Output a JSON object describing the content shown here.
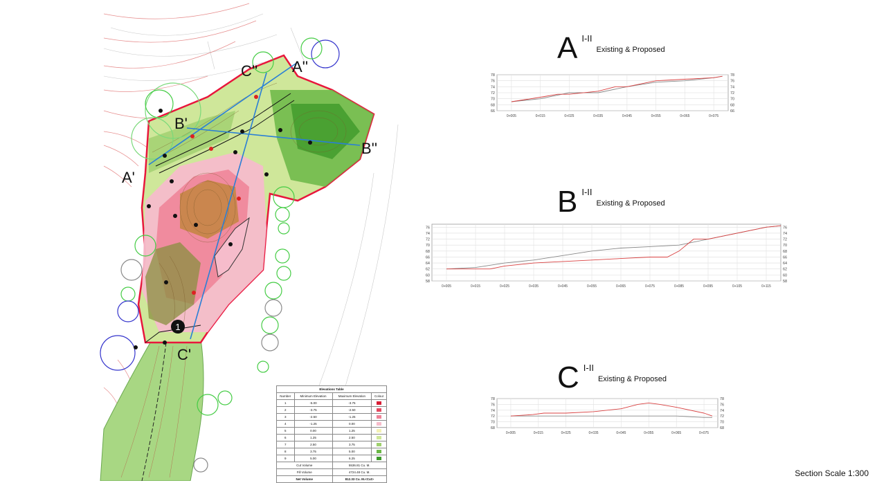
{
  "colors": {
    "cut_outline": "#e8163c",
    "section_line": "#2a7fd6",
    "existing": "#888888",
    "proposed": "#d94040"
  },
  "map": {
    "section_labels": [
      "A'",
      "A''",
      "B'",
      "B''",
      "C'",
      "C''"
    ],
    "marker_number": "1"
  },
  "elevations_table": {
    "title": "Elevations Table",
    "headers": [
      "Number",
      "Minimum Elevation",
      "Maximum Elevation",
      "Colour"
    ],
    "rows": [
      [
        "1",
        "-5.00",
        "-3.75",
        "#d81e36"
      ],
      [
        "2",
        "-3.75",
        "-2.50",
        "#e4495f"
      ],
      [
        "3",
        "-2.50",
        "-1.25",
        "#ee8297"
      ],
      [
        "4",
        "-1.25",
        "0.00",
        "#f6bccb"
      ],
      [
        "5",
        "0.00",
        "1.25",
        "#f4f1b4"
      ],
      [
        "6",
        "1.25",
        "2.50",
        "#cfe79a"
      ],
      [
        "7",
        "2.50",
        "3.75",
        "#9fd06e"
      ],
      [
        "8",
        "3.75",
        "5.00",
        "#6bb746"
      ],
      [
        "9",
        "5.00",
        "6.25",
        "#3e9a2b"
      ]
    ],
    "cut_label": "Cut Volume",
    "cut_value": "5536.81 Cu. M.",
    "fill_label": "Fill Volume",
    "fill_value": "4724.48 Cu. M.",
    "net_label": "Net Volume",
    "net_value": "812.33 Cu. M.<Cut>"
  },
  "scale_note": "Section Scale 1:300",
  "sections": [
    {
      "letter": "A",
      "sup": "I-II",
      "subtitle": "Existing  & Proposed"
    },
    {
      "letter": "B",
      "sup": "I-II",
      "subtitle": "Existing  & Proposed"
    },
    {
      "letter": "C",
      "sup": "I-II",
      "subtitle": "Existing  & Proposed"
    }
  ],
  "chart_data": [
    {
      "type": "line",
      "x_ticks": [
        "0+005",
        "0+015",
        "0+025",
        "0+035",
        "0+045",
        "0+055",
        "0+065",
        "0+075"
      ],
      "y_ticks": [
        "66",
        "68",
        "70",
        "72",
        "74",
        "76",
        "78"
      ],
      "ylim": [
        66,
        78
      ],
      "series": [
        {
          "values": [
            [
              0,
              69.0
            ],
            [
              1,
              70.0
            ],
            [
              2,
              72.0
            ],
            [
              2.5,
              72.0
            ],
            [
              3,
              72.0
            ],
            [
              4,
              74.0
            ],
            [
              5,
              75.5
            ],
            [
              6,
              76.0
            ],
            [
              7,
              77.0
            ],
            [
              7.3,
              77.5
            ]
          ]
        },
        {
          "values": [
            [
              0,
              69.0
            ],
            [
              1,
              70.5
            ],
            [
              1.6,
              71.5
            ],
            [
              2,
              71.5
            ],
            [
              3,
              72.5
            ],
            [
              3.6,
              74.0
            ],
            [
              4,
              74.0
            ],
            [
              5,
              76.0
            ],
            [
              6,
              76.5
            ],
            [
              7,
              77.0
            ],
            [
              7.3,
              77.5
            ]
          ]
        }
      ]
    },
    {
      "type": "line",
      "x_ticks": [
        "0+005",
        "0+015",
        "0+025",
        "0+035",
        "0+045",
        "0+055",
        "0+065",
        "0+075",
        "0+085",
        "0+095",
        "0+105",
        "0+115"
      ],
      "y_ticks": [
        "58",
        "60",
        "62",
        "64",
        "66",
        "68",
        "70",
        "72",
        "74",
        "76"
      ],
      "ylim": [
        58,
        77
      ],
      "series": [
        {
          "values": [
            [
              0,
              62.0
            ],
            [
              1,
              62.5
            ],
            [
              2,
              64.0
            ],
            [
              3,
              65.0
            ],
            [
              4,
              66.5
            ],
            [
              5,
              68.0
            ],
            [
              6,
              69.0
            ],
            [
              7,
              69.5
            ],
            [
              8,
              70.0
            ],
            [
              9,
              72.0
            ],
            [
              10,
              74.0
            ],
            [
              11,
              76.0
            ],
            [
              11.5,
              76.5
            ]
          ]
        },
        {
          "values": [
            [
              0,
              62.0
            ],
            [
              1,
              62.0
            ],
            [
              1.5,
              62.0
            ],
            [
              2,
              63.0
            ],
            [
              3,
              64.0
            ],
            [
              4,
              64.5
            ],
            [
              5,
              65.0
            ],
            [
              6,
              65.5
            ],
            [
              7,
              66.0
            ],
            [
              7.6,
              66.0
            ],
            [
              8,
              68.0
            ],
            [
              8.5,
              72.0
            ],
            [
              9,
              72.0
            ],
            [
              10,
              74.0
            ],
            [
              11,
              76.0
            ],
            [
              11.5,
              76.5
            ]
          ]
        }
      ]
    },
    {
      "type": "line",
      "x_ticks": [
        "0+005",
        "0+015",
        "0+025",
        "0+035",
        "0+045",
        "0+055",
        "0+065",
        "0+075"
      ],
      "y_ticks": [
        "68",
        "70",
        "72",
        "74",
        "76",
        "78"
      ],
      "ylim": [
        68,
        78
      ],
      "series": [
        {
          "values": [
            [
              0,
              72.0
            ],
            [
              1,
              72.0
            ],
            [
              2,
              72.0
            ],
            [
              3,
              72.0
            ],
            [
              4,
              72.0
            ],
            [
              5,
              72.0
            ],
            [
              6,
              72.0
            ],
            [
              7,
              71.5
            ],
            [
              7.3,
              71.5
            ]
          ]
        },
        {
          "values": [
            [
              0,
              72.0
            ],
            [
              0.8,
              72.5
            ],
            [
              1.2,
              73.0
            ],
            [
              2,
              73.0
            ],
            [
              3,
              73.5
            ],
            [
              4,
              74.5
            ],
            [
              4.6,
              76.0
            ],
            [
              5,
              76.5
            ],
            [
              5.4,
              76.0
            ],
            [
              6,
              75.0
            ],
            [
              7,
              73.0
            ],
            [
              7.3,
              72.0
            ]
          ]
        }
      ]
    }
  ]
}
